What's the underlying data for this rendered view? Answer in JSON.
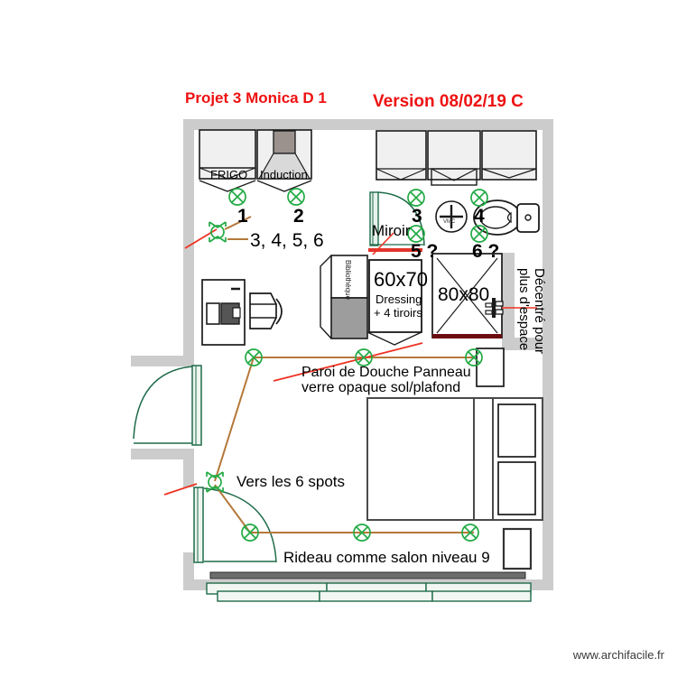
{
  "document": {
    "type": "floor-plan",
    "watermark": "www.archifacile.fr"
  },
  "titles": {
    "project": "Projet 3 Monica D 1",
    "version": "Version 08/02/19 C",
    "color": "#ee1111"
  },
  "kitchen": {
    "fridge_label": "FRIGO",
    "induction_label": "Induction",
    "spot_1": "1",
    "spot_2": "2",
    "switch_group": "3, 4, 5, 6"
  },
  "bathroom": {
    "mirror_label": "Miroir",
    "vmc_label": "VMC",
    "spot_3": "3",
    "spot_4": "4",
    "spot_5": "5 ?",
    "spot_6": "6 ?"
  },
  "furniture": {
    "bookcase_label": "Bibliothèque",
    "dressing_size": "60x70",
    "dressing_label": "Dressing",
    "dressing_drawers": "+ 4 tiroirs",
    "shower_size": "80x80",
    "offset_note": "Décentré pour plus d'espace"
  },
  "notes": {
    "shower_panel_line1": "Paroi de Douche Panneau",
    "shower_panel_line2": "verre opaque sol/plafond",
    "spots_route": "Vers les 6 spots",
    "curtain": "Rideau comme salon niveau 9"
  },
  "colors": {
    "wall": "#cccccc",
    "wall_stroke": "#bfbfbf",
    "furniture_fill": "#f0f0f0",
    "furniture_stroke": "#1a1a1a",
    "spot_green": "#22aa44",
    "door_green": "#1f6b4a",
    "wire_brown": "#b5783a",
    "pointer_red": "#ee3322",
    "dark_red": "#6b0d10",
    "hood_gray": "#9b918d",
    "dressing_gray": "#9d9d9d"
  },
  "icons": {
    "spot": "spot-light-icon",
    "switch": "wall-switch-icon",
    "vmc": "vmc-vent-icon",
    "toilet": "toilet-icon",
    "shower_tap": "shower-tap-icon",
    "desk_computer": "desk-computer-icon",
    "chair": "office-chair-icon",
    "bed": "bed-icon",
    "door": "door-swing-icon",
    "window": "sliding-window-icon"
  }
}
